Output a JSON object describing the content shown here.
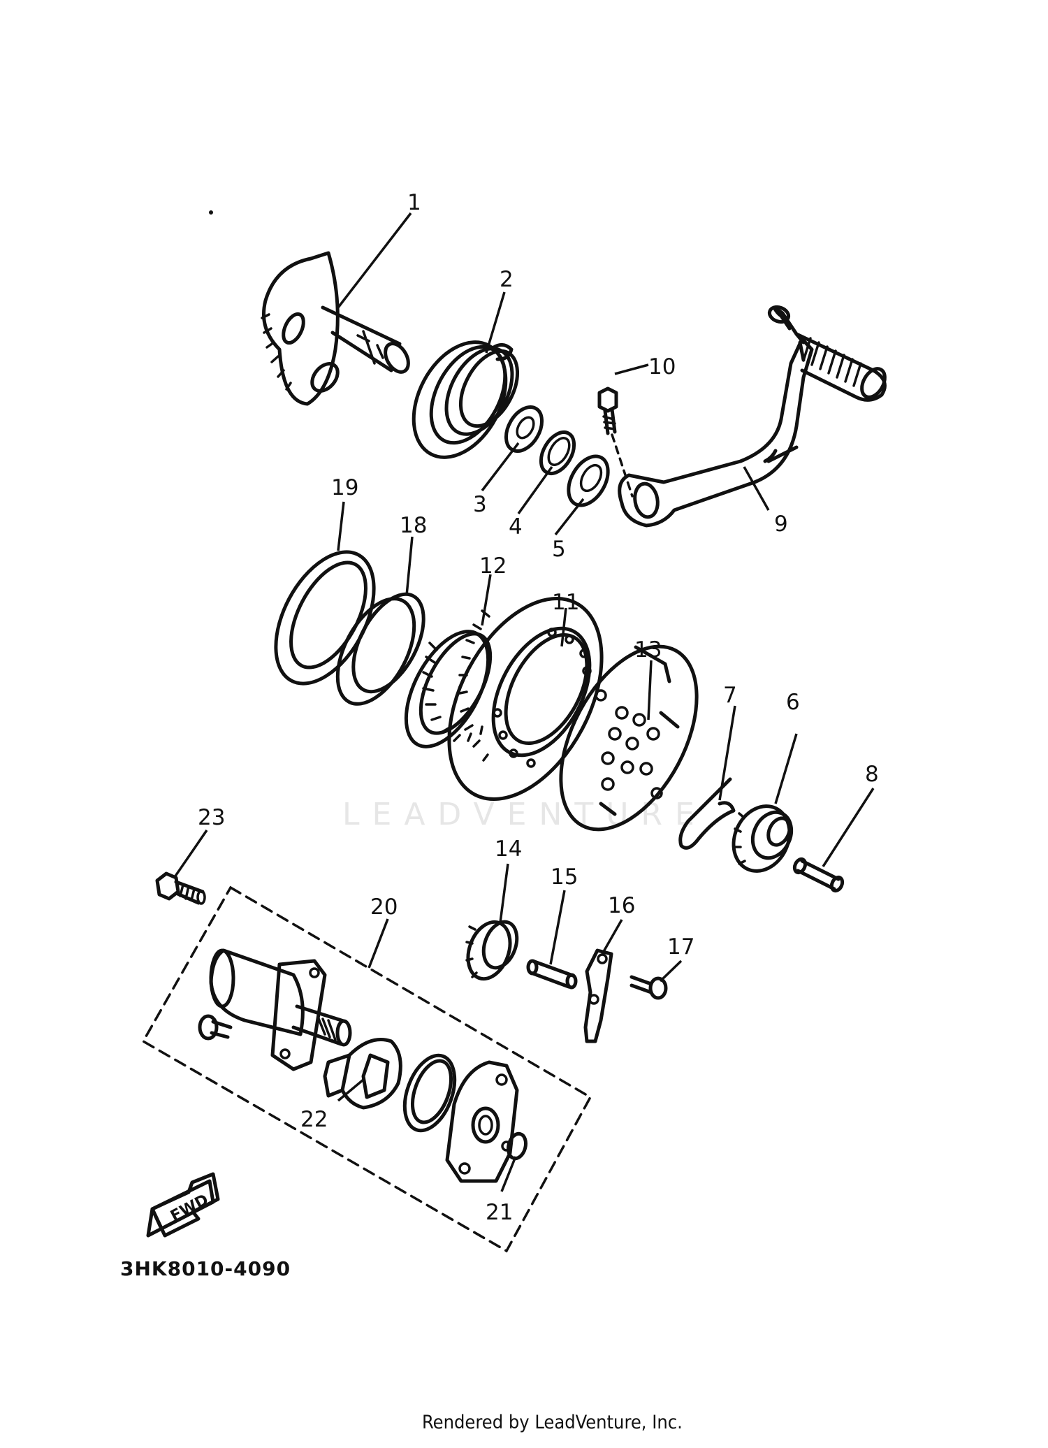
{
  "watermark": "LEADVENTURE",
  "diagram_code": "3HK8010-4090",
  "direction_label": "FWD",
  "credit": "Rendered by LeadVenture, Inc.",
  "callouts": [
    {
      "id": "1",
      "label": "1"
    },
    {
      "id": "2",
      "label": "2"
    },
    {
      "id": "3",
      "label": "3"
    },
    {
      "id": "4",
      "label": "4"
    },
    {
      "id": "5",
      "label": "5"
    },
    {
      "id": "6",
      "label": "6"
    },
    {
      "id": "7",
      "label": "7"
    },
    {
      "id": "8",
      "label": "8"
    },
    {
      "id": "9",
      "label": "9"
    },
    {
      "id": "10",
      "label": "10"
    },
    {
      "id": "11",
      "label": "11"
    },
    {
      "id": "12",
      "label": "12"
    },
    {
      "id": "13",
      "label": "13"
    },
    {
      "id": "14",
      "label": "14"
    },
    {
      "id": "15",
      "label": "15"
    },
    {
      "id": "16",
      "label": "16"
    },
    {
      "id": "17",
      "label": "17"
    },
    {
      "id": "18",
      "label": "18"
    },
    {
      "id": "19",
      "label": "19"
    },
    {
      "id": "20",
      "label": "20"
    },
    {
      "id": "21",
      "label": "21"
    },
    {
      "id": "22",
      "label": "22"
    },
    {
      "id": "23",
      "label": "23"
    }
  ]
}
